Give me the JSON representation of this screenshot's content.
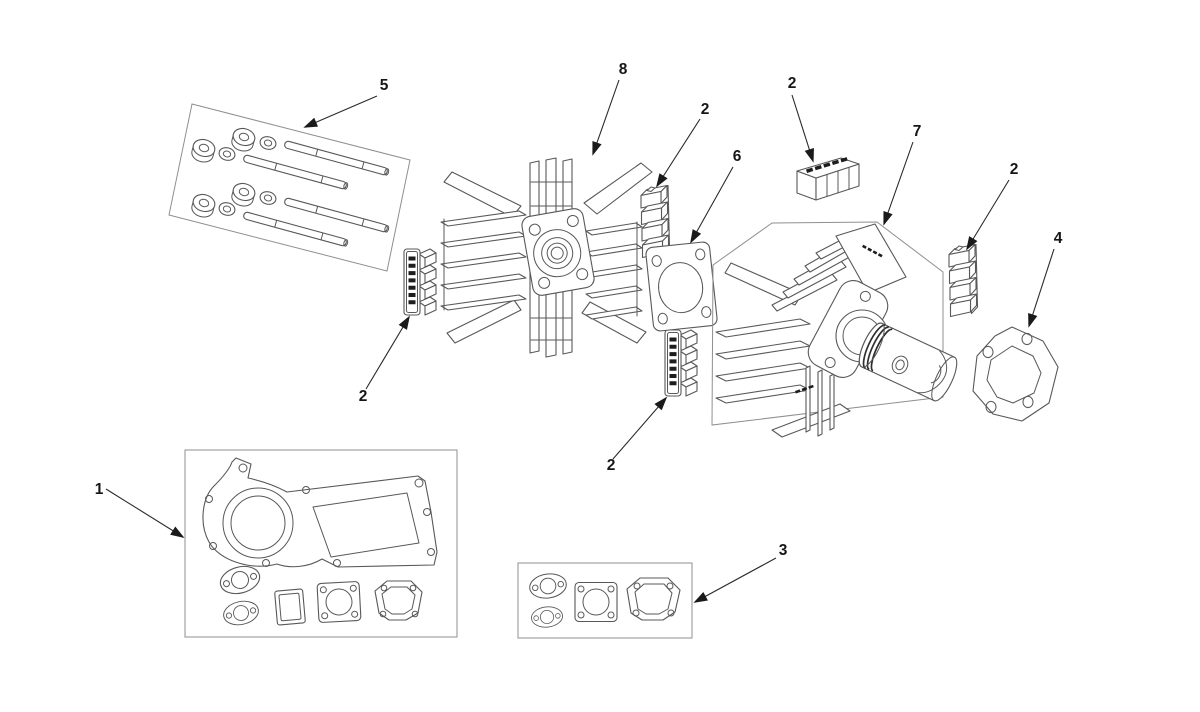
{
  "diagram": {
    "type": "exploded-parts-diagram",
    "background_color": "#ffffff",
    "line_color": "#585858",
    "kit_box_color": "#8f8f8f",
    "arrow_color": "#1a1a1a",
    "label_color": "#161616",
    "callouts": [
      {
        "label": "5",
        "target": "stud-and-nut-kit"
      },
      {
        "label": "8",
        "target": "cylinder-head"
      },
      {
        "label": "2",
        "target": "insulator-block-upper-middle"
      },
      {
        "label": "6",
        "target": "head-gasket"
      },
      {
        "label": "2",
        "target": "insulator-block-top"
      },
      {
        "label": "7",
        "target": "cylinder-piston-kit"
      },
      {
        "label": "2",
        "target": "insulator-block-right"
      },
      {
        "label": "4",
        "target": "base-gasket"
      },
      {
        "label": "2",
        "target": "insulator-block-left"
      },
      {
        "label": "2",
        "target": "insulator-block-lower-middle"
      },
      {
        "label": "1",
        "target": "engine-gasket-set"
      },
      {
        "label": "3",
        "target": "top-end-gasket-set"
      }
    ]
  }
}
